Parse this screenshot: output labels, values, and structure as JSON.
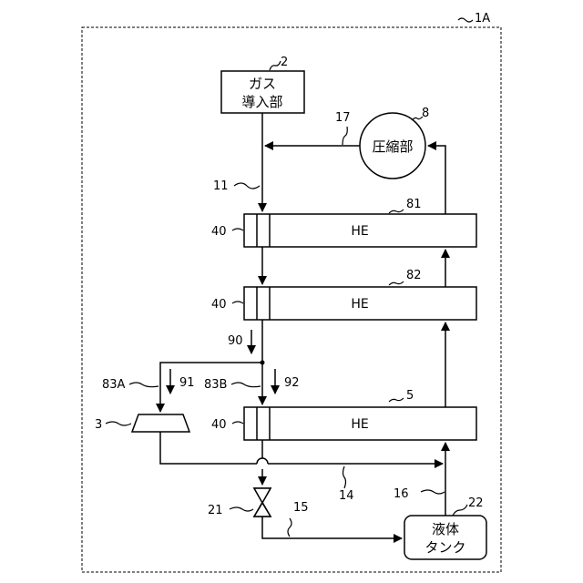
{
  "system": {
    "ref": "1A"
  },
  "gas_intro": {
    "ref": "2",
    "line1": "ガス",
    "line2": "導入部"
  },
  "compressor": {
    "ref": "8",
    "label": "圧縮部"
  },
  "liquid_tank": {
    "ref": "22",
    "line1": "液体",
    "line2": "タンク"
  },
  "heat_exchangers": [
    {
      "ref": "81",
      "label": "HE",
      "inlet_ref": "40"
    },
    {
      "ref": "82",
      "label": "HE",
      "inlet_ref": "40"
    },
    {
      "ref": "5",
      "label": "HE",
      "inlet_ref": "40"
    }
  ],
  "expander": {
    "ref": "3"
  },
  "valve": {
    "ref": "21"
  },
  "lines": {
    "l11": "11",
    "l17": "17",
    "l14": "14",
    "l15": "15",
    "l16": "16"
  },
  "flows": {
    "f90": "90",
    "f91": "91",
    "f92": "92",
    "f83A": "83A",
    "f83B": "83B"
  }
}
